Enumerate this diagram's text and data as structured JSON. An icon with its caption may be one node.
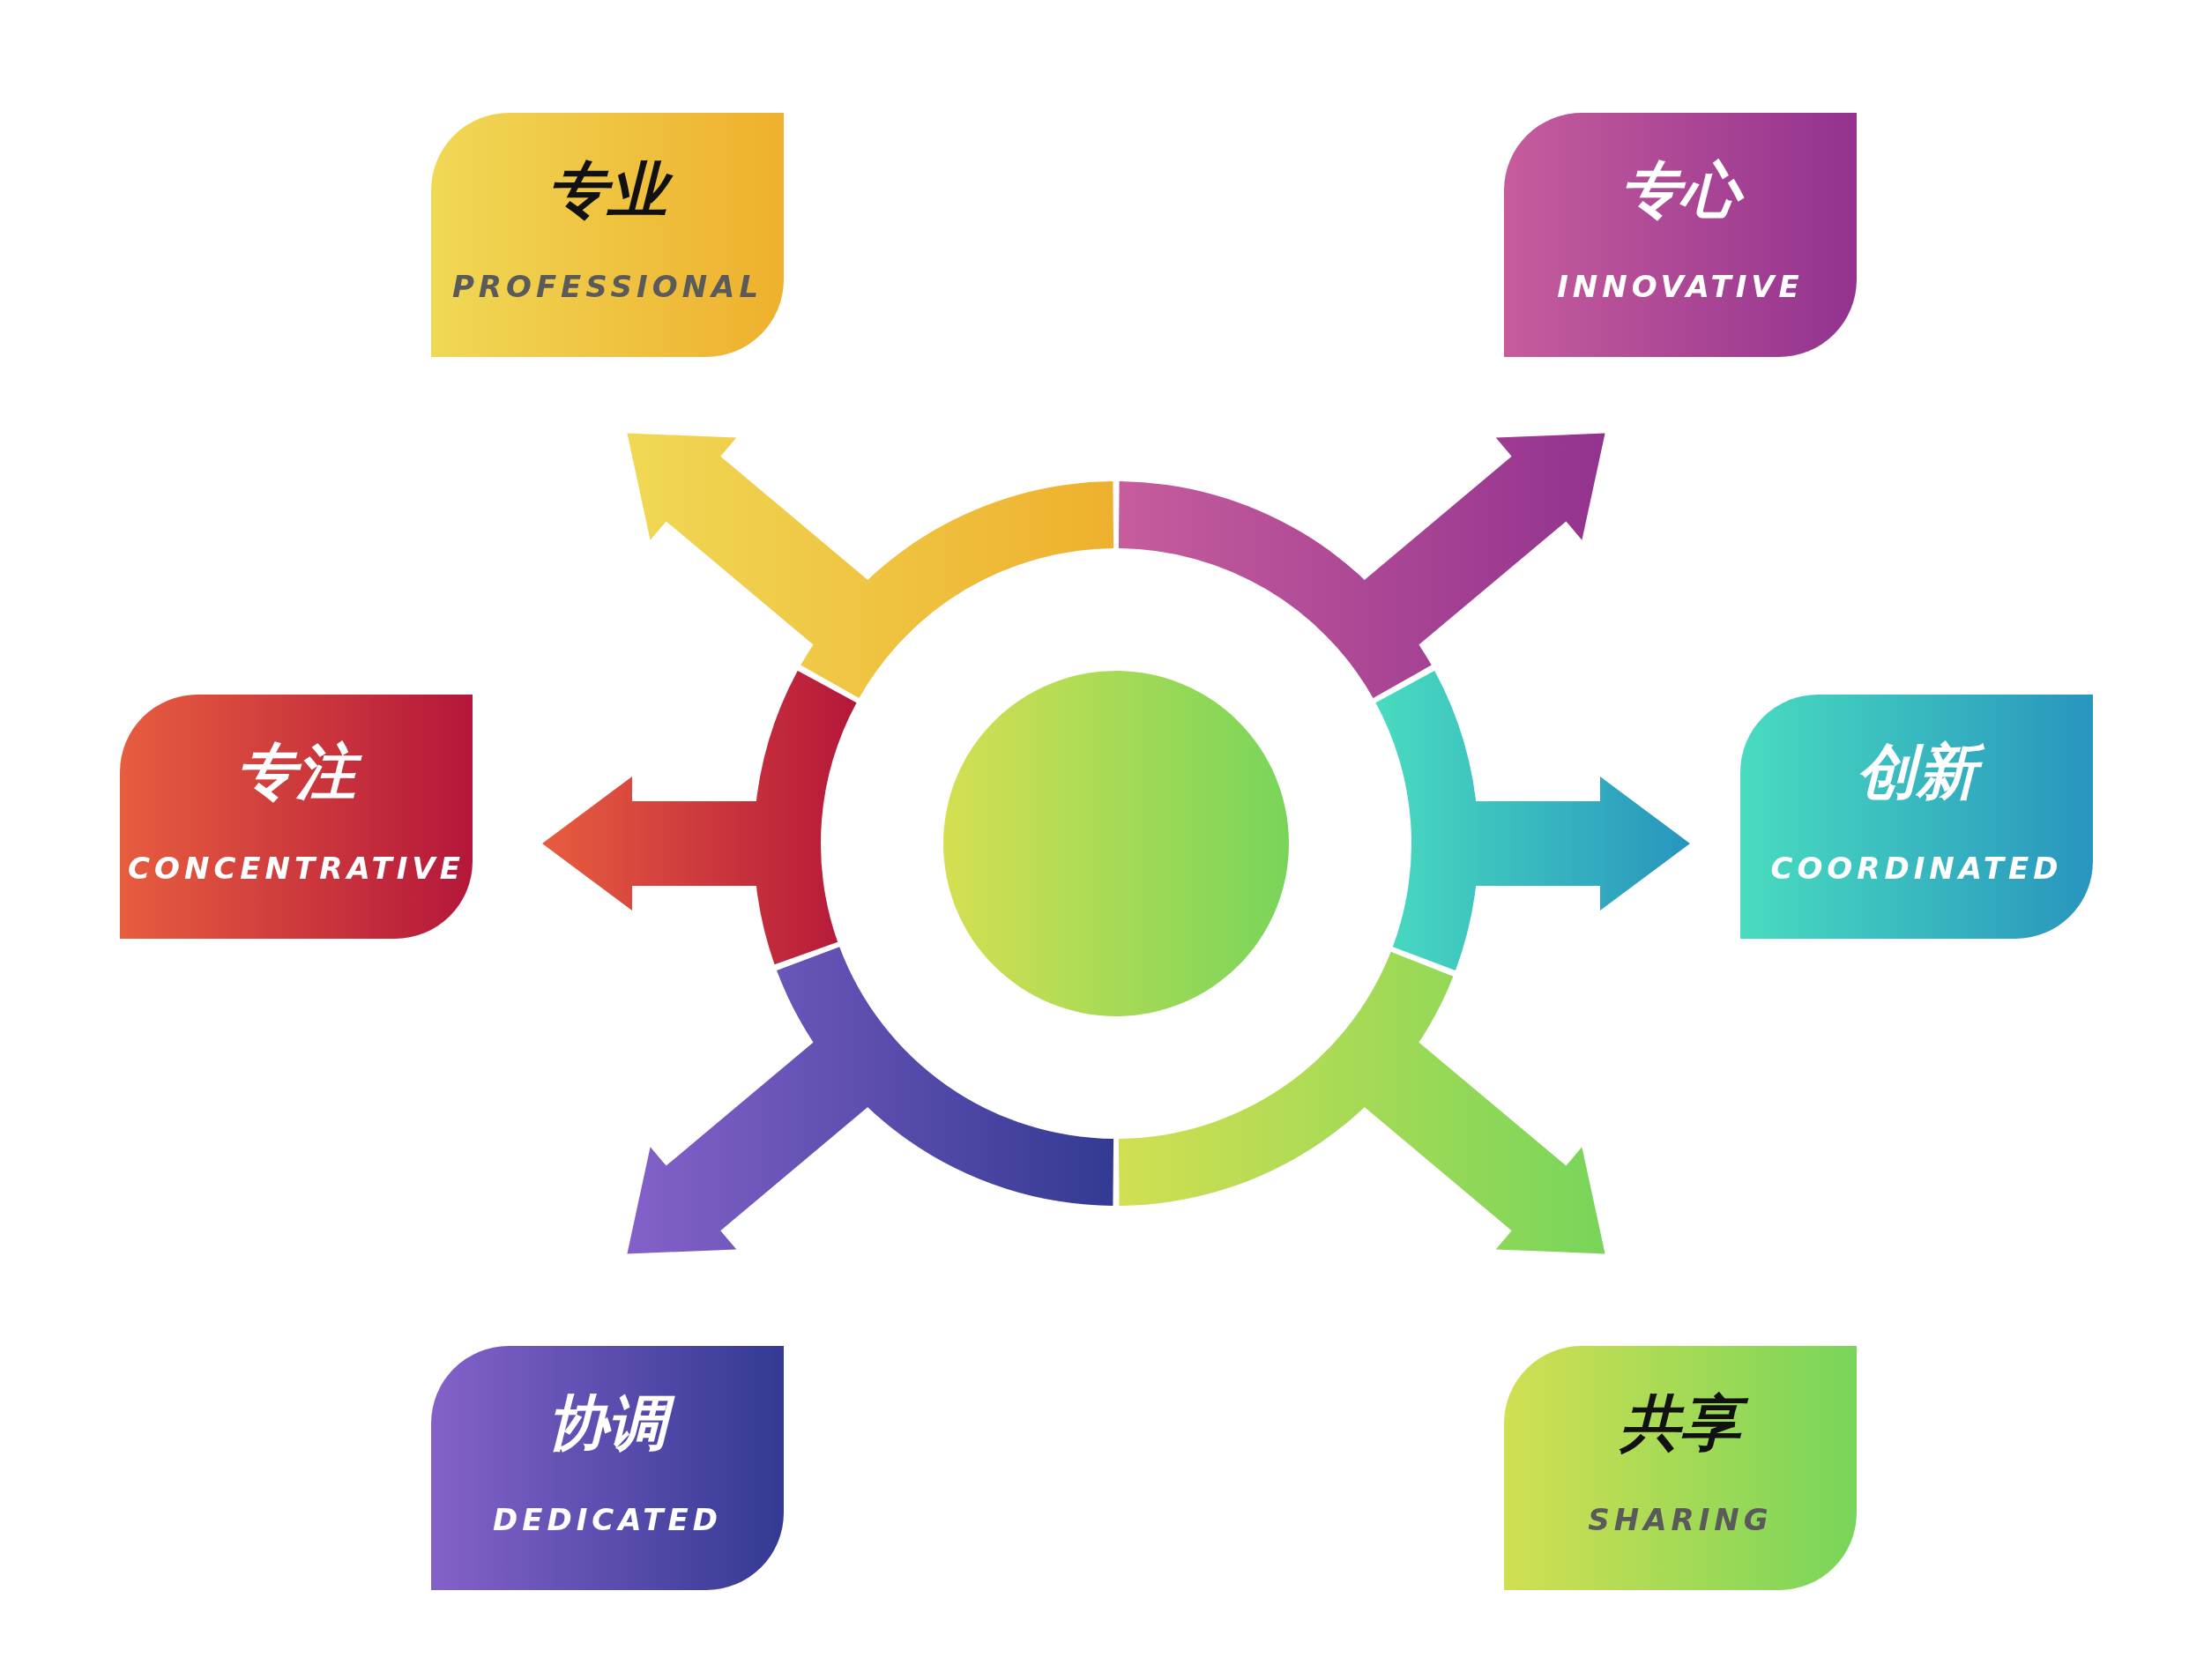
{
  "diagram": {
    "nodes": [
      {
        "text": [
          "专业",
          "PROFESSIONAL"
        ]
      },
      {
        "text": [
          "专心",
          "INNOVATIVE"
        ]
      },
      {
        "text": [
          "专注",
          "CONCENTRATIVE"
        ]
      },
      {
        "text": [
          "创新",
          "COORDINATED"
        ]
      },
      {
        "text": [
          "协调",
          "DEDICATED"
        ]
      },
      {
        "text": [
          "共享",
          "SHARING"
        ]
      },
      {
        "text": [],
        "shape": "circle"
      },
      {
        "text": [],
        "shape": "arc"
      },
      {
        "text": [],
        "shape": "arc"
      },
      {
        "text": [],
        "shape": "arc"
      },
      {
        "text": [],
        "shape": "arc"
      },
      {
        "text": [],
        "shape": "arc"
      },
      {
        "text": [],
        "shape": "arc"
      }
    ],
    "edges": [
      {
        "from": 7,
        "to": 0,
        "arrow": "to"
      },
      {
        "from": 8,
        "to": 1,
        "arrow": "to"
      },
      {
        "from": 9,
        "to": 2,
        "arrow": "to"
      },
      {
        "from": 10,
        "to": 3,
        "arrow": "to"
      },
      {
        "from": 11,
        "to": 4,
        "arrow": "to"
      },
      {
        "from": 12,
        "to": 5,
        "arrow": "to"
      }
    ]
  }
}
